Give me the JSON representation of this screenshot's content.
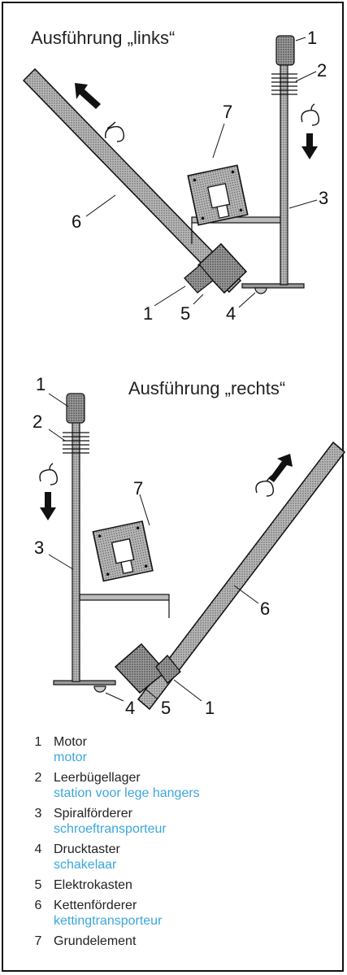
{
  "top": {
    "title": "Ausführung „links“"
  },
  "bottom": {
    "title": "Ausführung „rechts“"
  },
  "callouts": {
    "top": [
      "1",
      "2",
      "3",
      "1",
      "5",
      "4",
      "6",
      "7"
    ],
    "bottom": [
      "1",
      "2",
      "3",
      "4",
      "5",
      "1",
      "6",
      "7"
    ]
  },
  "legend": [
    {
      "num": "1",
      "de": "Motor",
      "nl": "motor"
    },
    {
      "num": "2",
      "de": "Leerbügellager",
      "nl": "station voor lege hangers"
    },
    {
      "num": "3",
      "de": "Spiralförderer",
      "nl": "schroeftransporteur"
    },
    {
      "num": "4",
      "de": "Drucktaster",
      "nl": "schakelaar"
    },
    {
      "num": "5",
      "de": "Elektrokasten",
      "nl": ""
    },
    {
      "num": "6",
      "de": "Kettenförderer",
      "nl": "kettingtransporteur"
    },
    {
      "num": "7",
      "de": "Grundelement",
      "nl": ""
    }
  ],
  "colors": {
    "translation": "#3aa7dc",
    "frame": "#111111",
    "fill": "#8a8a8a"
  }
}
